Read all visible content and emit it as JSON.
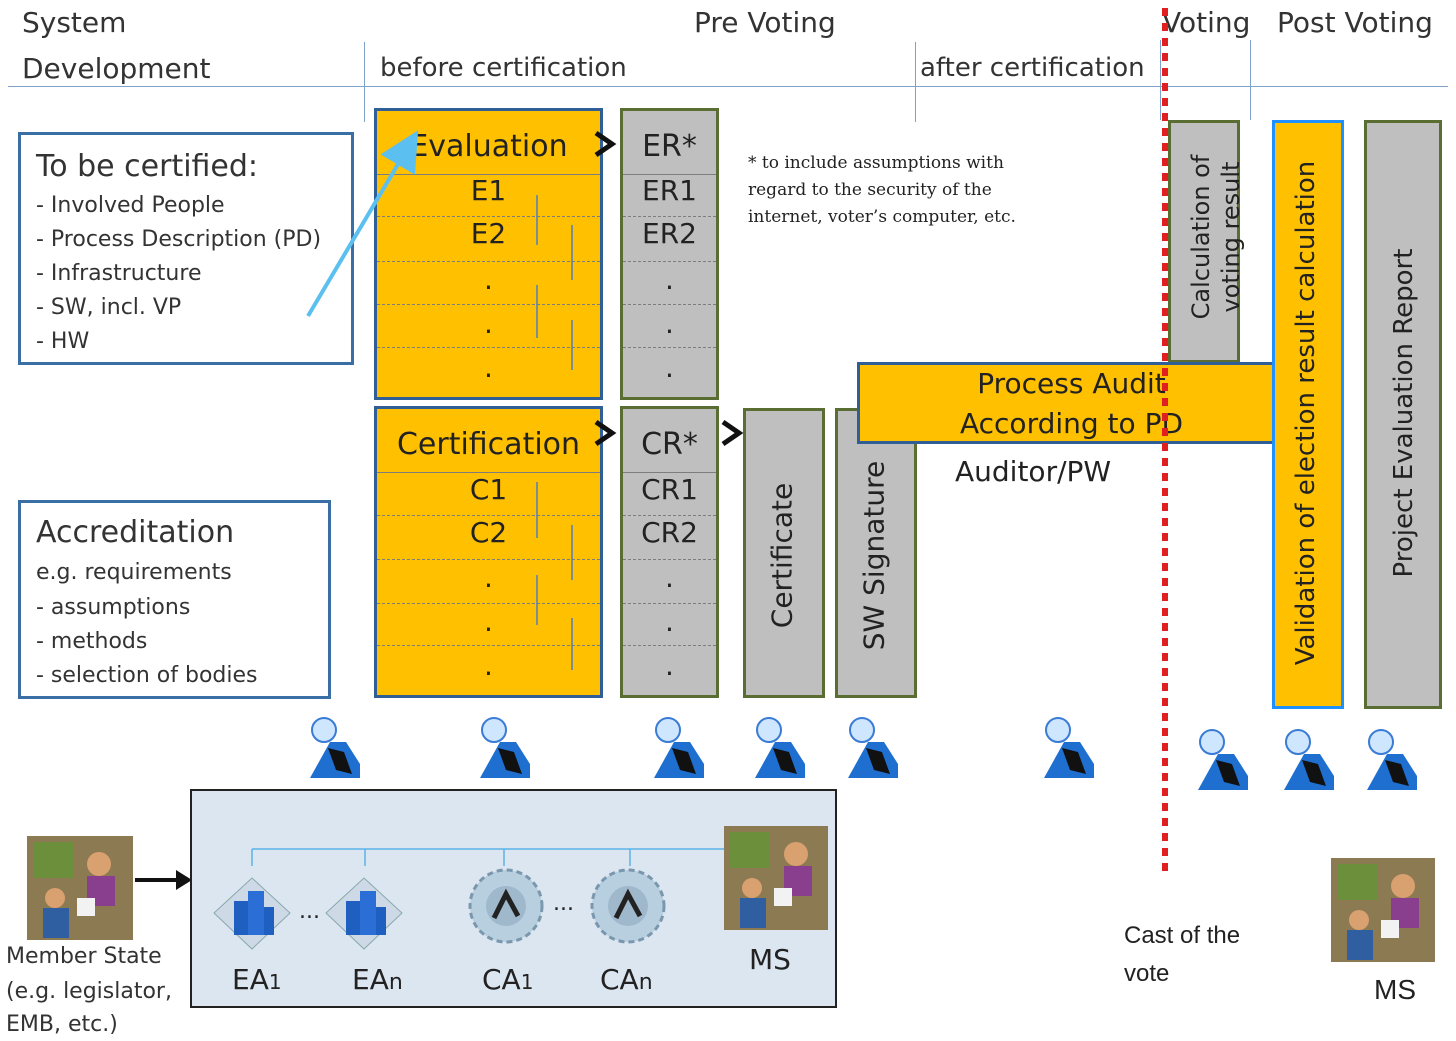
{
  "phases": {
    "system_development": "System",
    "system_development_2": "Development",
    "pre_voting": "Pre Voting",
    "voting": "Voting",
    "post_voting": "Post Voting",
    "before_cert": "before certification",
    "after_cert": "after certification"
  },
  "to_be_certified": {
    "title": "To be certified:",
    "items": [
      "- Involved People",
      "- Process Description (PD)",
      "- Infrastructure",
      "- SW, incl. VP",
      "- HW"
    ]
  },
  "accreditation": {
    "title": "Accreditation",
    "items": [
      "e.g. requirements",
      "- assumptions",
      "- methods",
      "- selection of bodies"
    ]
  },
  "evaluation": {
    "header": "Evaluation",
    "rows": [
      "E1",
      "E2",
      ".",
      ".",
      "."
    ]
  },
  "er": {
    "header": "ER*",
    "rows": [
      "ER1",
      "ER2",
      ".",
      ".",
      "."
    ]
  },
  "certification": {
    "header": "Certification",
    "rows": [
      "C1",
      "C2",
      ".",
      ".",
      "."
    ]
  },
  "cr": {
    "header": "CR*",
    "rows": [
      "CR1",
      "CR2",
      ".",
      ".",
      "."
    ]
  },
  "note": {
    "line1": "* to include assumptions with",
    "line2": "regard to the security of the",
    "line3": "internet, voter’s computer, etc."
  },
  "certificate": "Certificate",
  "sw_signature": "SW Signature",
  "process_audit": {
    "line1": "Process Audit",
    "line2": "According to PD"
  },
  "auditor": "Auditor/PW",
  "calc_voting": {
    "line1": "Calculation of",
    "line2": "voting result"
  },
  "validation": "Validation of election result calculation",
  "project_report": "Project Evaluation Report",
  "member_state": {
    "line1": "Member State",
    "line2": "(e.g. legislator,",
    "line3": "EMB, etc.)"
  },
  "bodies": {
    "ea1": "EA",
    "ea1_sub": "1",
    "ean": "EA",
    "ean_sub": "n",
    "ca1": "CA",
    "ca1_sub": "1",
    "can": "CA",
    "can_sub": "n",
    "ms": "MS",
    "ellipsis": "..."
  },
  "cast_vote": {
    "line1": "Cast of the",
    "line2": "vote"
  },
  "ms_right": "MS",
  "colors": {
    "orange": "#ffc000",
    "grey": "#bfbfbf",
    "blue_border": "#2f5f96",
    "red_dotted": "#e02020",
    "light_blue_panel": "#dce6f1"
  }
}
